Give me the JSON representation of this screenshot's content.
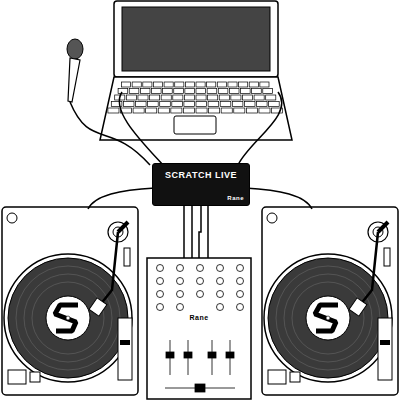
{
  "diagram": {
    "nodes": [
      {
        "text": [
          "SCRATCH LIVE",
          "Rane"
        ]
      },
      {
        "text": [
          "Rane"
        ]
      }
    ],
    "edges": [
      {
        "from": 0,
        "to": 1,
        "arrow": "none"
      }
    ]
  }
}
